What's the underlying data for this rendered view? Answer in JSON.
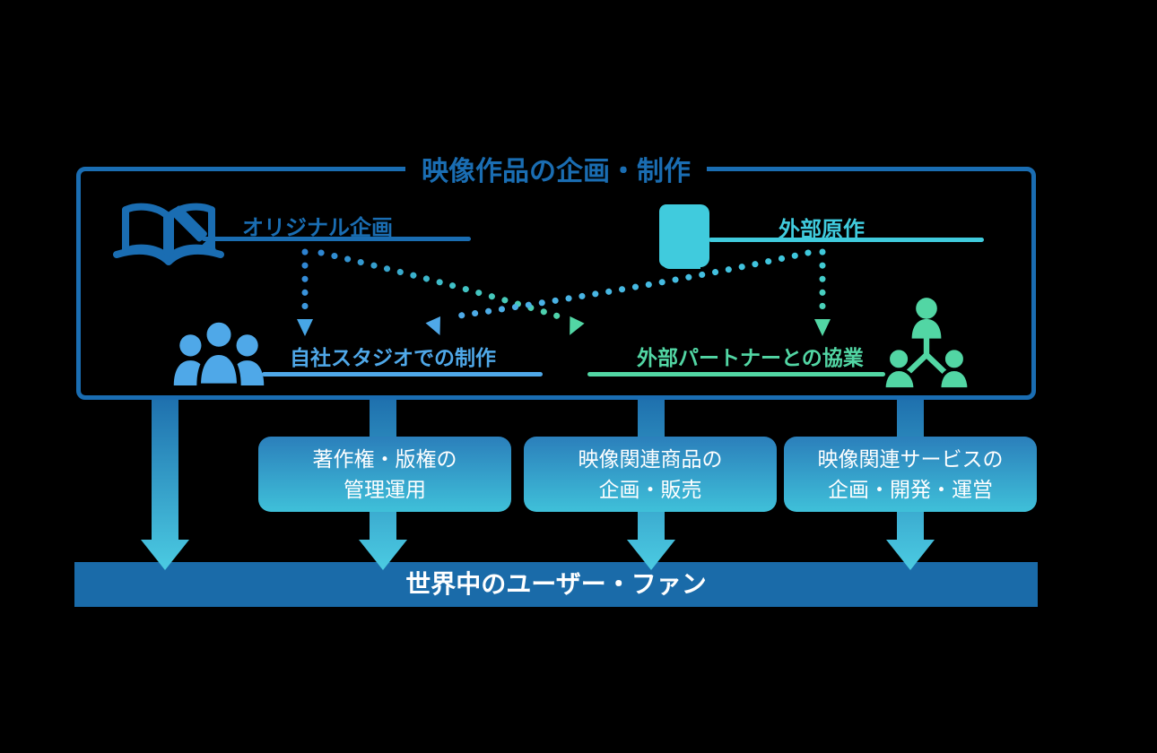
{
  "colors": {
    "dark_blue": "#1A6DB2",
    "cyan": "#40CBDD",
    "light_blue": "#4FA8E8",
    "green": "#52D6A4",
    "box_gradient_top": "#2B7FBB",
    "box_gradient_bottom": "#3FC0D9",
    "audience_bar_blue": "#1A6BA9"
  },
  "diagram": {
    "production_box": {
      "title": "映像作品の企画・制作",
      "original_plan": "オリジナル企画",
      "external_source": "外部原作",
      "own_studio": "自社スタジオでの制作",
      "external_partner": "外部パートナーとの協業",
      "icons": {
        "original_plan": "book-pencil-icon",
        "external_source": "book-icon",
        "own_studio": "people-group-icon",
        "external_partner": "people-network-icon"
      }
    },
    "business_boxes": [
      {
        "line1": "著作権・版権の",
        "line2": "管理運用"
      },
      {
        "line1": "映像関連商品の",
        "line2": "企画・販売"
      },
      {
        "line1": "映像関連サービスの",
        "line2": "企画・開発・運営"
      }
    ],
    "audience_bar": "世界中のユーザー・ファン"
  }
}
